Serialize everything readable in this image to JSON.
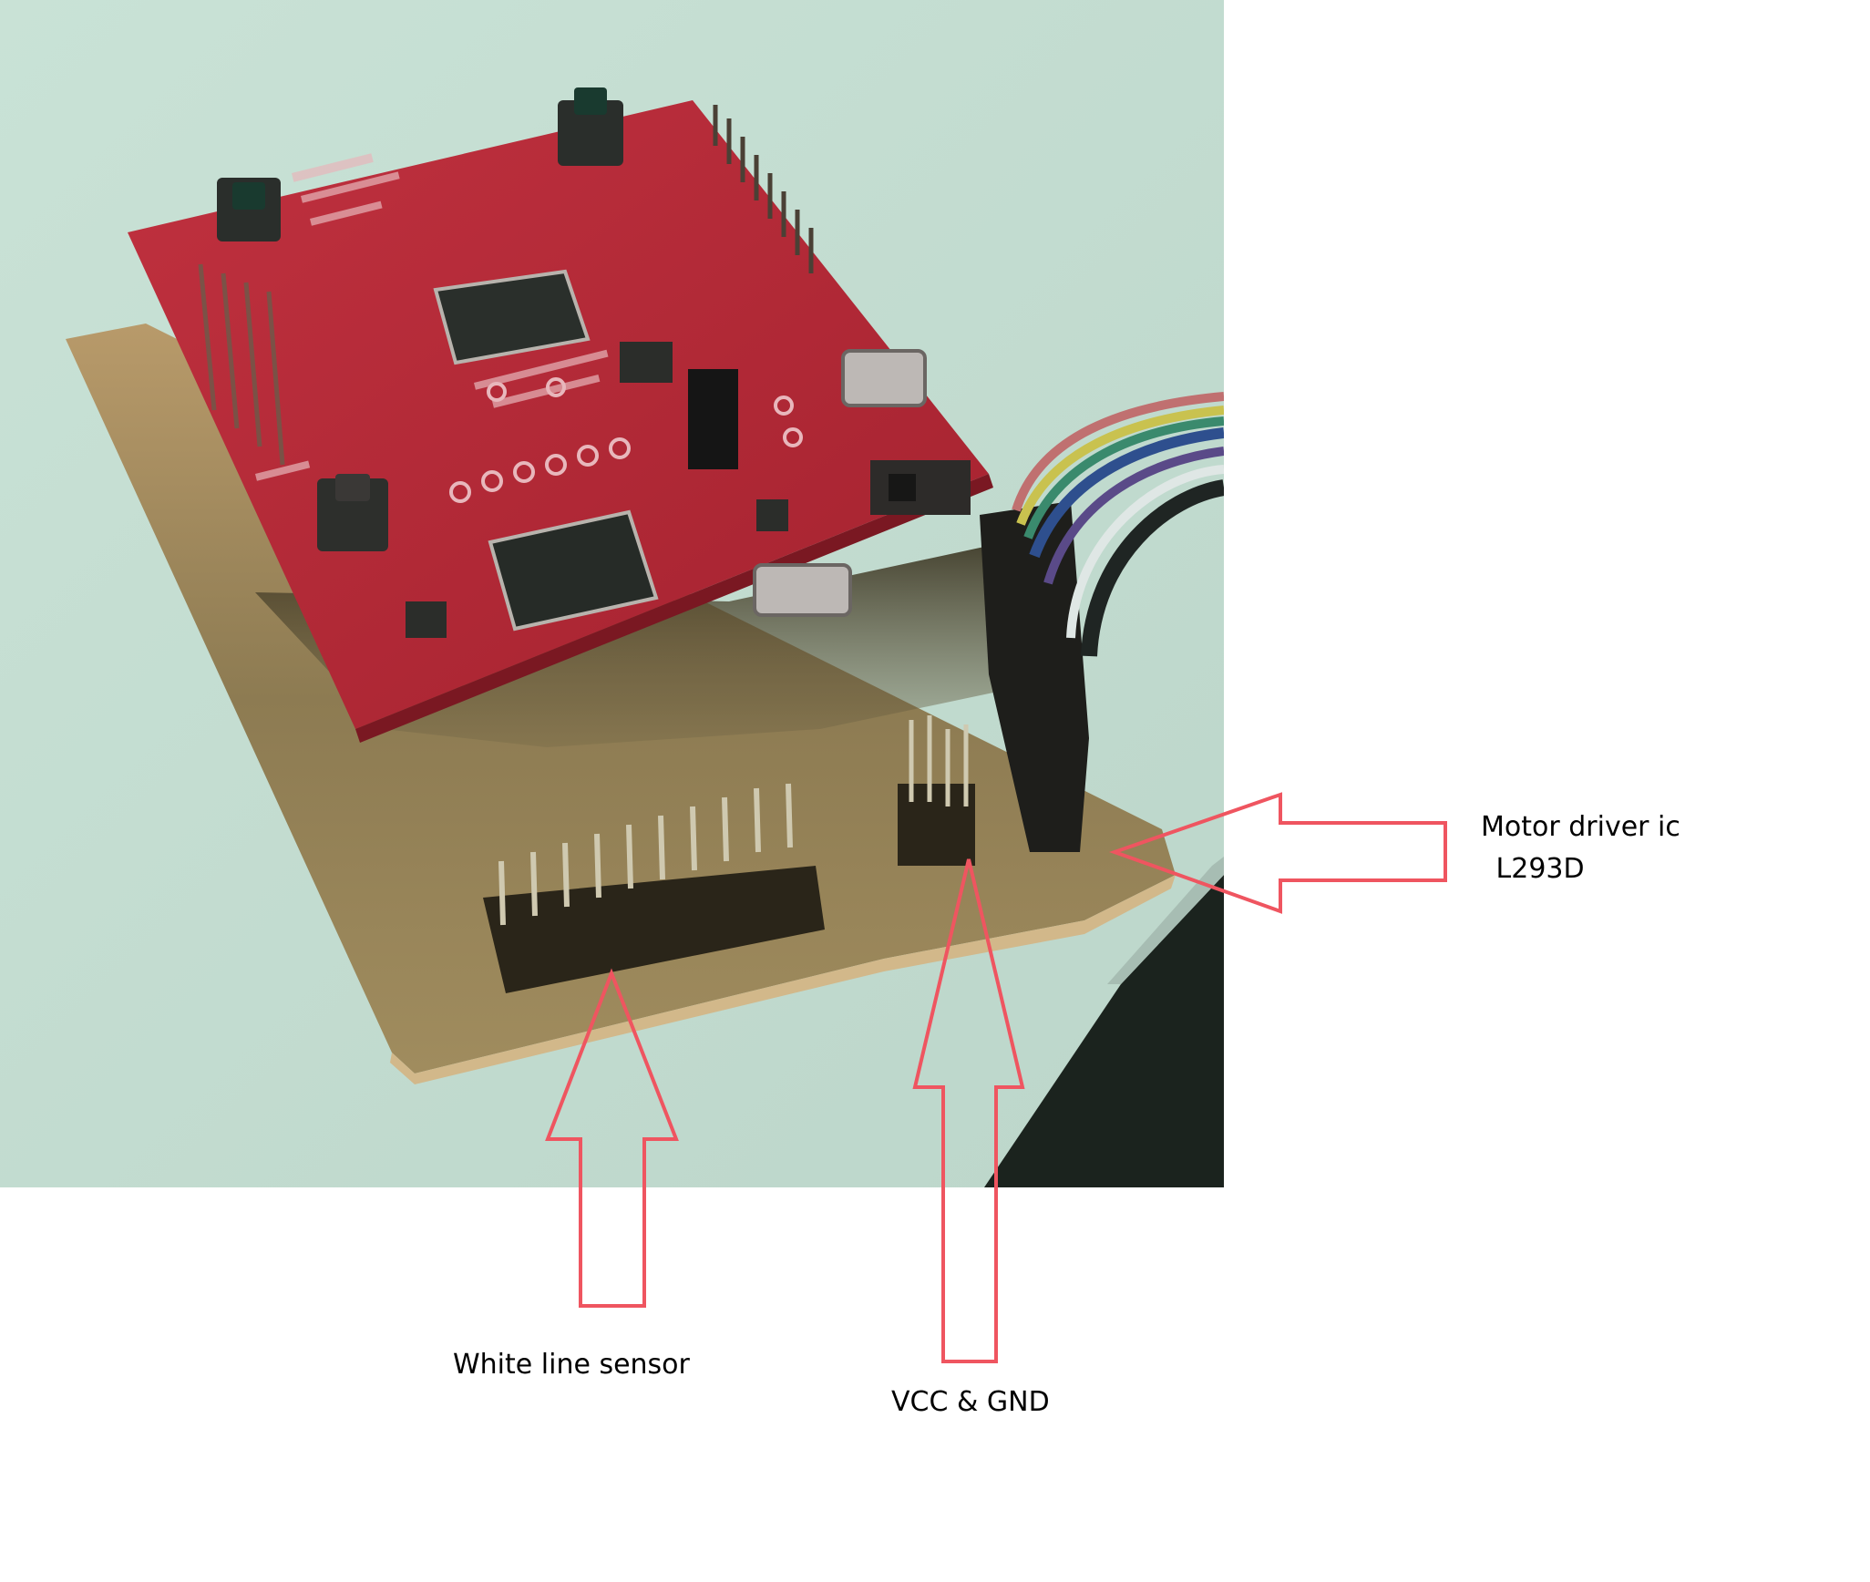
{
  "figure": {
    "subject": "Red microcontroller launchpad board mounted on a brown perfboard with connectors",
    "background_color": "#ffffff",
    "photo_background_color": "#c6ded3",
    "annotation_color": "#ef5560"
  },
  "annotations": [
    {
      "id": "white-line-sensor",
      "label_lines": [
        "White line sensor"
      ],
      "arrow_direction": "up",
      "points_to": "20-pin dual-row header"
    },
    {
      "id": "vcc-gnd",
      "label_lines": [
        "VCC & GND"
      ],
      "arrow_direction": "up",
      "points_to": "small 2x3 power header"
    },
    {
      "id": "motor-driver",
      "label_lines": [
        "Motor driver ic",
        " L293D"
      ],
      "arrow_direction": "left",
      "points_to": "ribbon cable connector"
    }
  ]
}
